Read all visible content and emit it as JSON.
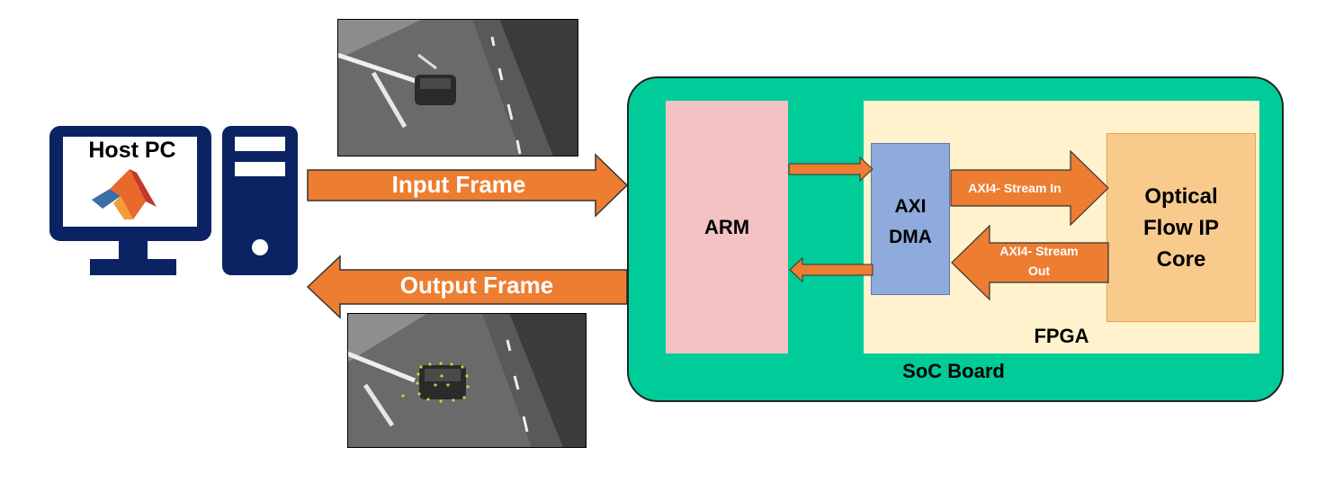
{
  "host": {
    "label": "Host PC",
    "icon": "matlab-logo-icon"
  },
  "arrows": {
    "input_label": "Input Frame",
    "output_label": "Output Frame",
    "stream_in_label": "AXI4- Stream In",
    "stream_out_line1": "AXI4- Stream",
    "stream_out_line2": "Out"
  },
  "soc": {
    "label": "SoC Board",
    "arm_label": "ARM",
    "fpga_label": "FPGA",
    "dma_line1": "AXI",
    "dma_line2": "DMA",
    "ip_line1": "Optical",
    "ip_line2": "Flow IP",
    "ip_line3": "Core"
  },
  "colors": {
    "navy": "#0b2363",
    "orange": "#ed7d31",
    "soc_green": "#00cc99",
    "fpga_cream": "#fff2cc",
    "arm_pink": "#f4c2c2",
    "dma_blue": "#8faadc",
    "ip_orange": "#f8cb8d"
  }
}
